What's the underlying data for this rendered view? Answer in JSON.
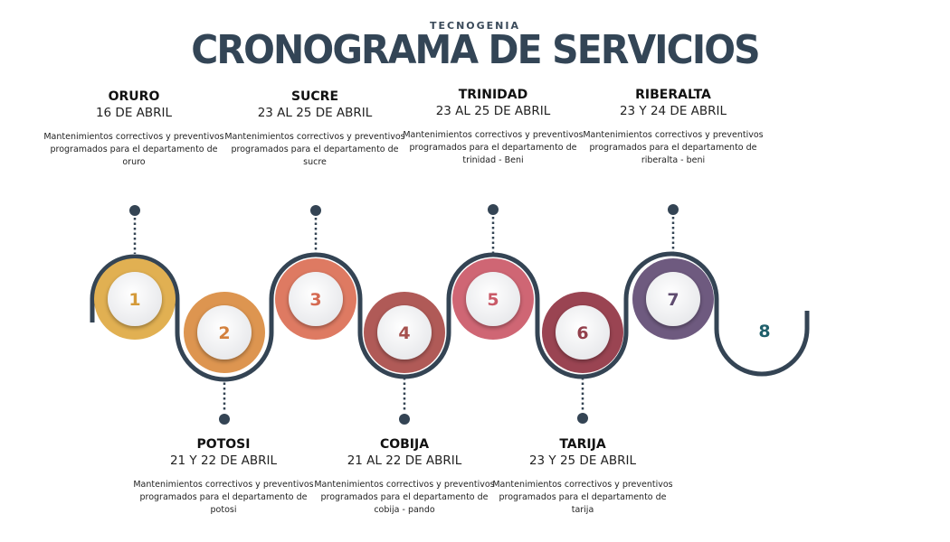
{
  "header": {
    "brand": "TECNOGENIA",
    "title": "CRONOGRAMA DE SERVICIOS"
  },
  "steps": [
    {
      "number": "1",
      "city": "ORURO",
      "date": "16 DE ABRIL",
      "desc": "Mantenimientos correctivos y preventivos programados para el departamento de oruro",
      "color": "#e1b052",
      "text_color": "#d49a3a"
    },
    {
      "number": "2",
      "city": "POTOSI",
      "date": "21 Y 22 DE ABRIL",
      "desc": "Mantenimientos correctivos y preventivos programados para el departamento de potosi",
      "color": "#dd9550",
      "text_color": "#d3813e"
    },
    {
      "number": "3",
      "city": "SUCRE",
      "date": "23 AL 25 DE ABRIL",
      "desc": "Mantenimientos correctivos y preventivos programados para el departamento de sucre",
      "color": "#de7a62",
      "text_color": "#d56a52"
    },
    {
      "number": "4",
      "city": "COBIJA",
      "date": "21 AL  22 DE ABRIL",
      "desc": "Mantenimientos correctivos y preventivos programados para el departamento de cobija - pando",
      "color": "#b05a57",
      "text_color": "#a5504d"
    },
    {
      "number": "5",
      "city": "TRINIDAD",
      "date": "23 AL 25 DE ABRIL",
      "desc": "Mantenimientos correctivos y preventivos programados para el departamento de trinidad - Beni",
      "color": "#cf6674",
      "text_color": "#c95a68"
    },
    {
      "number": "6",
      "city": "TARIJA",
      "date": "23 Y 25 DE ABRIL",
      "desc": "Mantenimientos correctivos y preventivos programados para el departamento de tarija",
      "color": "#9a4452",
      "text_color": "#93404c"
    },
    {
      "number": "7",
      "city": "RIBERALTA",
      "date": "23 Y 24 DE ABRIL",
      "desc": "Mantenimientos correctivos y preventivos programados para el departamento de riberalta - beni",
      "color": "#6e5a7f",
      "text_color": "#5f4c70"
    },
    {
      "number": "8",
      "color": "#1f5f6b",
      "text_color": "#1f5f6b"
    }
  ],
  "colors": {
    "track": "#344454"
  }
}
